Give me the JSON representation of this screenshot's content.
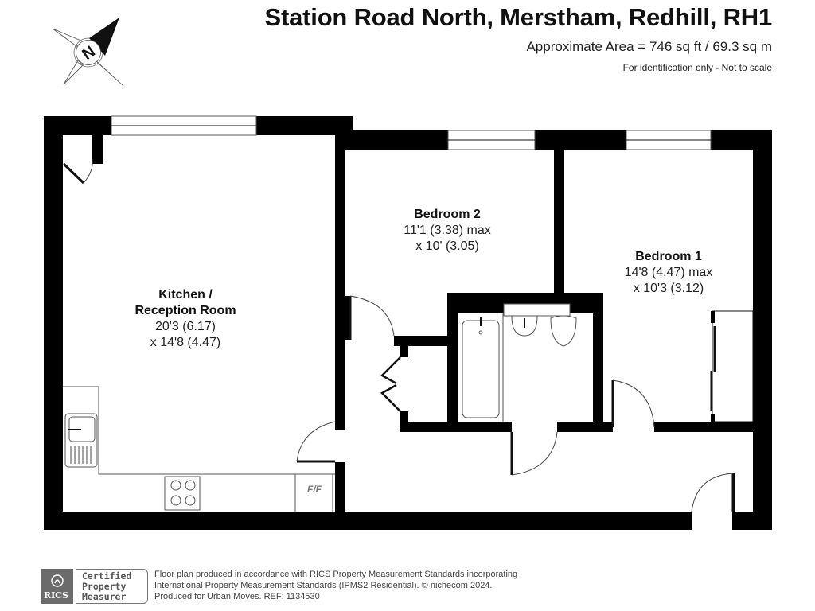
{
  "header": {
    "title": "Station Road North, Merstham, Redhill, RH1",
    "area": "Approximate Area = 746 sq ft / 69.3 sq m",
    "disclaimer": "For identification only - Not to scale"
  },
  "compass": {
    "direction_label": "N",
    "icon": "compass-north-icon"
  },
  "rooms": [
    {
      "name_lines": [
        "Kitchen /",
        "Reception Room"
      ],
      "dim1": "20'3 (6.17)",
      "dim2": "x 14'8 (4.47)"
    },
    {
      "name": "Bedroom 2",
      "dim1": "11'1 (3.38) max",
      "dim2": "x 10' (3.05)"
    },
    {
      "name": "Bedroom 1",
      "dim1": "14'8 (4.47) max",
      "dim2": "x 10'3 (3.12)"
    }
  ],
  "fixtures": {
    "fridge_freezer_label": "F/F",
    "items": [
      "sink-icon",
      "hob-icon",
      "bath-icon",
      "basin-icon",
      "toilet-icon",
      "cupboard-doors-icon",
      "wardrobe-icon"
    ]
  },
  "colors": {
    "wall": "#000000",
    "line": "#555555",
    "fixture_text": "#777777"
  },
  "footer": {
    "rics_label": "RICS",
    "cert_lines": [
      "Certified",
      "Property",
      "Measurer"
    ],
    "legal_lines": [
      "Floor plan produced in accordance with RICS Property Measurement Standards incorporating",
      "International Property Measurement Standards (IPMS2 Residential).   © nichecom 2024.",
      "Produced for Urban Moves.    REF:  1134530"
    ]
  }
}
